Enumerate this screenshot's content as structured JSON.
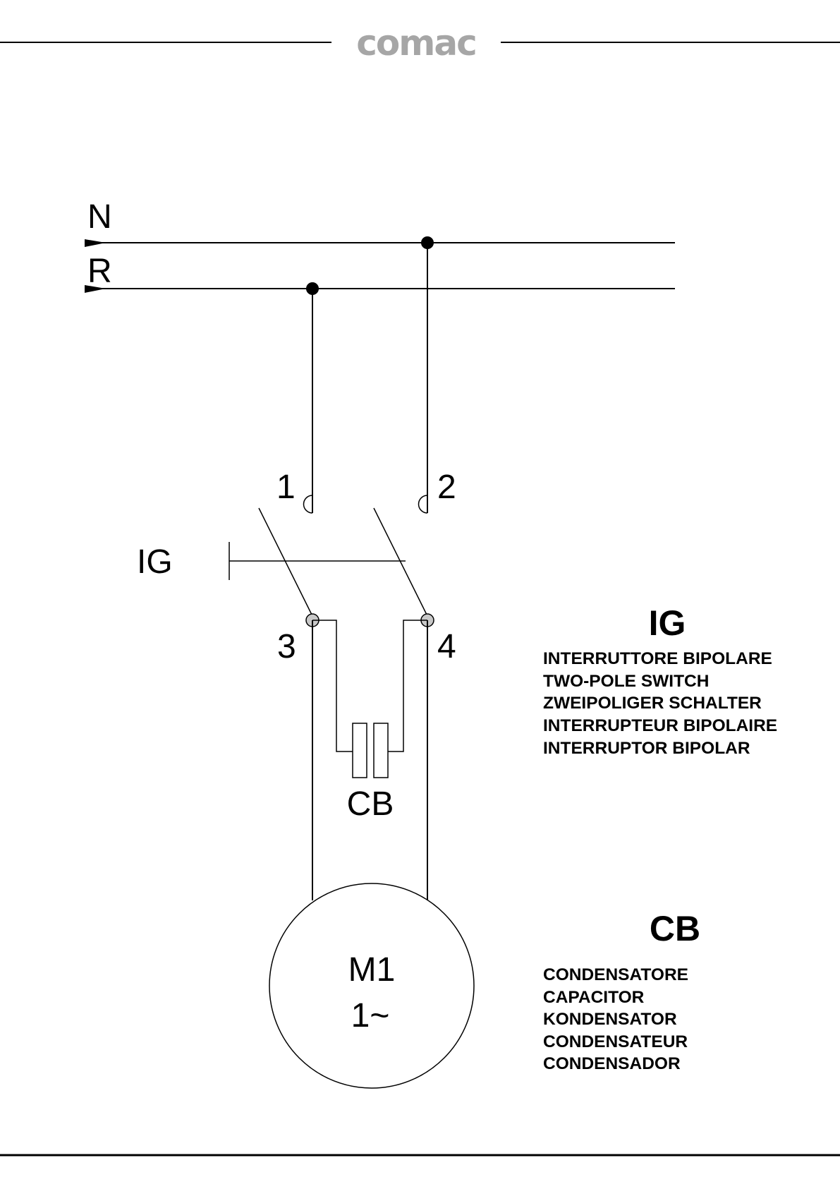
{
  "header": {
    "brand": "comac"
  },
  "lines": {
    "neutral": "N",
    "phase": "R"
  },
  "terminals": {
    "t1": "1",
    "t2": "2",
    "t3": "3",
    "t4": "4"
  },
  "switch_label": "IG",
  "capacitor_label": "CB",
  "motor": {
    "name": "M1",
    "type": "1~"
  },
  "legend": {
    "ig": {
      "code": "IG",
      "translations": [
        "INTERRUTTORE BIPOLARE",
        "TWO-POLE SWITCH",
        "ZWEIPOLIGER SCHALTER",
        "INTERRUPTEUR BIPOLAIRE",
        "INTERRUPTOR BIPOLAR"
      ]
    },
    "cb": {
      "code": "CB",
      "translations": [
        "CONDENSATORE",
        "CAPACITOR",
        "KONDENSATOR",
        "CONDENSATEUR",
        "CONDENSADOR"
      ]
    }
  }
}
